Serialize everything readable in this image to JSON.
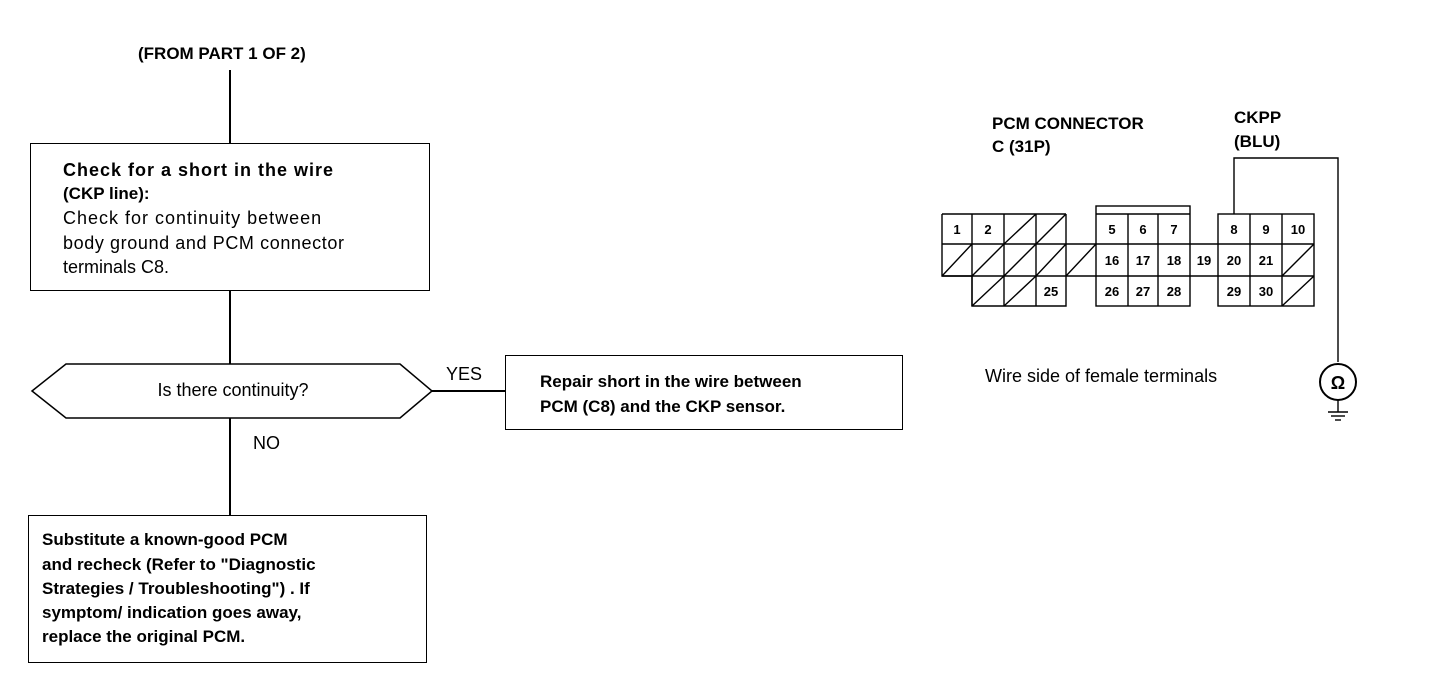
{
  "flowchart": {
    "from_label": "(FROM PART 1 OF 2)",
    "check_box": {
      "title_line1": "Check for a short in the wire",
      "title_line2": "(CKP line):",
      "body_line1": "Check for continuity between",
      "body_line2": "body ground and PCM connector",
      "body_line3": "terminals C8."
    },
    "decision": "Is there continuity?",
    "yes_label": "YES",
    "no_label": "NO",
    "repair_box": {
      "line1": "Repair short in the wire between",
      "line2": "PCM (C8) and the CKP sensor."
    },
    "substitute_box": {
      "line1": "Substitute a known-good PCM",
      "line2": "and recheck (Refer to \"Diagnostic",
      "line3": "Strategies / Troubleshooting\") . If",
      "line4": "symptom/ indication goes away,",
      "line5": "replace the original PCM."
    }
  },
  "connector": {
    "title_line1": "PCM CONNECTOR",
    "title_line2": "C (31P)",
    "wire_label_line1": "CKPP",
    "wire_label_line2": "(BLU)",
    "caption": "Wire side of female terminals",
    "meter_symbol": "Ω",
    "meter_icon": "ohmmeter-icon",
    "ground_icon": "ground-icon",
    "terminals": {
      "t1": "1",
      "t2": "2",
      "t5": "5",
      "t6": "6",
      "t7": "7",
      "t8": "8",
      "t9": "9",
      "t10": "10",
      "t16": "16",
      "t17": "17",
      "t18": "18",
      "t19": "19",
      "t20": "20",
      "t21": "21",
      "t25": "25",
      "t26": "26",
      "t27": "27",
      "t28": "28",
      "t29": "29",
      "t30": "30"
    }
  }
}
